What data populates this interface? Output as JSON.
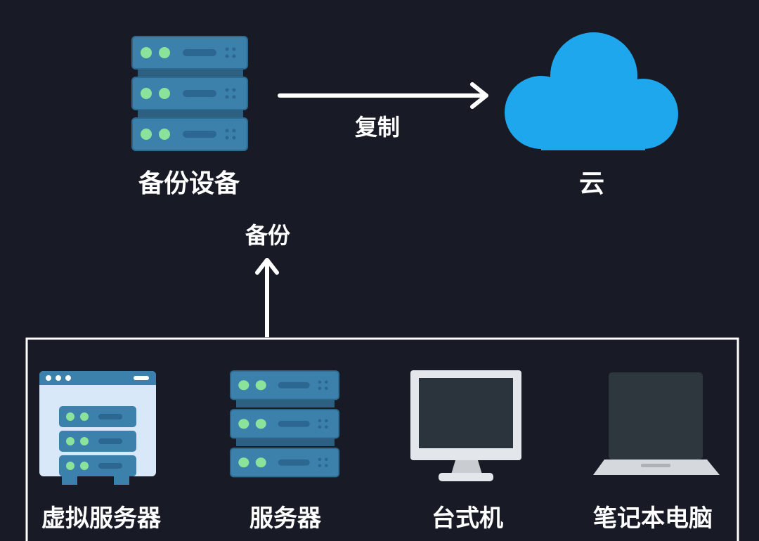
{
  "nodes": {
    "backup_device": {
      "label": "备份设备",
      "icon": "server-rack-icon"
    },
    "cloud": {
      "label": "云",
      "icon": "cloud-icon"
    },
    "virtual_server": {
      "label": "虚拟服务器",
      "icon": "virtual-server-icon"
    },
    "server": {
      "label": "服务器",
      "icon": "server-rack-icon"
    },
    "desktop": {
      "label": "台式机",
      "icon": "desktop-monitor-icon"
    },
    "laptop": {
      "label": "笔记本电脑",
      "icon": "laptop-icon"
    }
  },
  "edges": {
    "replicate": {
      "label": "复制",
      "from": "backup_device",
      "to": "cloud"
    },
    "backup": {
      "label": "备份",
      "from": "sources",
      "to": "backup_device"
    }
  },
  "colors": {
    "background": "#181a26",
    "server_body": "#3b81ab",
    "server_led": "#8be29a",
    "cloud": "#1ea7ec",
    "line": "#ffffff"
  }
}
